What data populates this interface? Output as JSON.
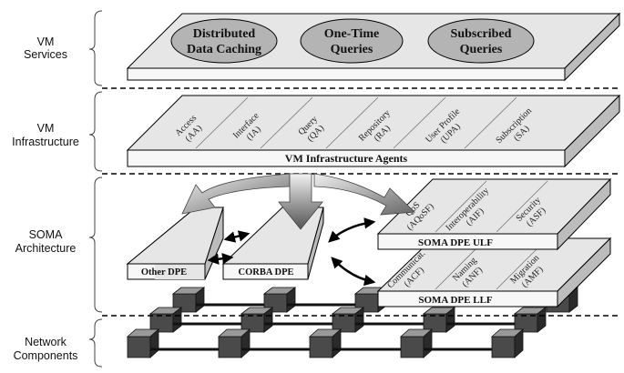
{
  "layers": [
    {
      "line1": "VM",
      "line2": "Services"
    },
    {
      "line1": "VM",
      "line2": "Infrastructure"
    },
    {
      "line1": "SOMA",
      "line2": "Architecture"
    },
    {
      "line1": "Network",
      "line2": "Components"
    }
  ],
  "services": [
    {
      "line1": "Distributed",
      "line2": "Data Caching"
    },
    {
      "line1": "One-Time",
      "line2": "Queries"
    },
    {
      "line1": "Subscribed",
      "line2": "Queries"
    }
  ],
  "agents": [
    {
      "line1": "Access",
      "line2": "(AA)"
    },
    {
      "line1": "Interface",
      "line2": "(IA)"
    },
    {
      "line1": "Query",
      "line2": "(QA)"
    },
    {
      "line1": "Repository",
      "line2": "(RA)"
    },
    {
      "line1": "User Profile",
      "line2": "(UPA)"
    },
    {
      "line1": "Subscription",
      "line2": "(SA)"
    }
  ],
  "agents_bar": "VM Infrastructure Agents",
  "ulf_facilities": [
    {
      "line1": "QoS",
      "line2": "(AQoSF)"
    },
    {
      "line1": "Interoperability",
      "line2": "(AIF)"
    },
    {
      "line1": "Security",
      "line2": "(ASF)"
    }
  ],
  "ulf_label": "SOMA DPE ULF",
  "llf_facilities": [
    {
      "line1": "Communicat.",
      "line2": "(ACF)"
    },
    {
      "line1": "Naming",
      "line2": "(ANF)"
    },
    {
      "line1": "Migration",
      "line2": "(AMF)"
    }
  ],
  "llf_label": "SOMA DPE LLF",
  "other_dpe": "Other DPE",
  "corba_dpe": "CORBA DPE",
  "colors": {
    "slab_top": "#e6e6e6",
    "oval": "#b4b4b4",
    "cube": "#4a4a4a"
  }
}
